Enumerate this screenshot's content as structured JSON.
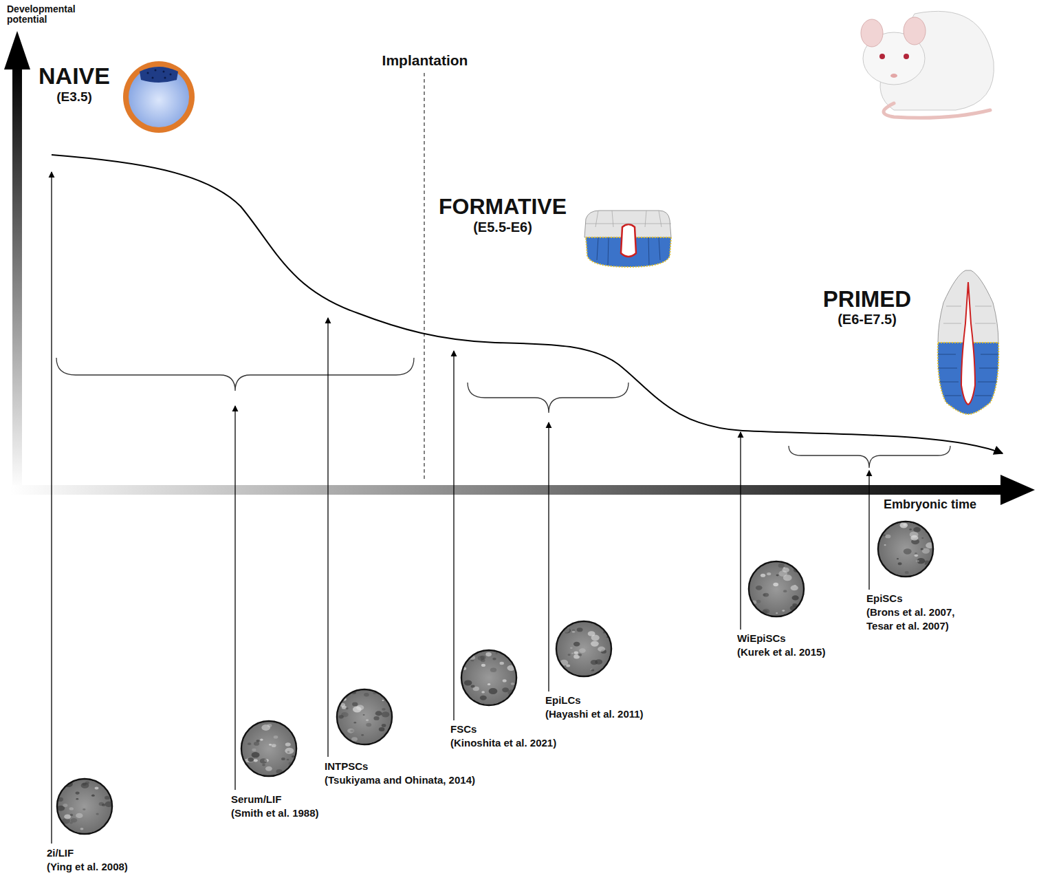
{
  "diagram": {
    "nodes": [
      {
        "text": [
          "2i/LIF",
          "(Ying et al. 2008)"
        ]
      },
      {
        "text": [
          "Serum/LIF",
          "(Smith et al. 1988)"
        ]
      },
      {
        "text": [
          "INTPSCs",
          "(Tsukiyama and Ohinata, 2014)"
        ]
      },
      {
        "text": [
          "FSCs",
          "(Kinoshita et al. 2021)"
        ]
      },
      {
        "text": [
          "EpiLCs",
          "(Hayashi et al. 2011)"
        ]
      },
      {
        "text": [
          "WiEpiSCs",
          "(Kurek et al. 2015)"
        ]
      },
      {
        "text": [
          "EpiSCs",
          "(Brons et al. 2007, Tesar et al. 2007)"
        ]
      }
    ],
    "labels": [
      "Developmental potential",
      "NAIVE",
      "(E3.5)",
      "Implantation",
      "FORMATIVE",
      "(E5.5-E6)",
      "PRIMED",
      "(E6-E7.5)",
      "Embryonic time"
    ]
  }
}
